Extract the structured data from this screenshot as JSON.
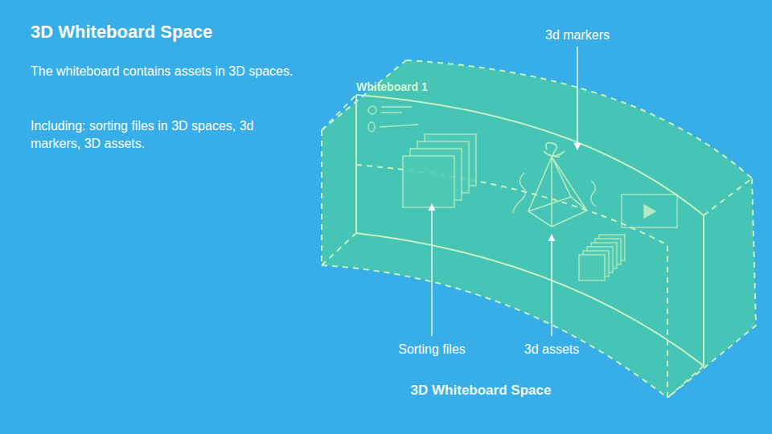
{
  "diagram": {
    "title": "3D Whiteboard Space",
    "caption": "3D Whiteboard Space",
    "labels": [
      "The whiteboard contains assets in 3D spaces.",
      "Including: sorting files in 3D spaces, 3d markers, 3D assets.",
      "Whiteboard 1",
      "3d markers",
      "Sorting files",
      "3d assets"
    ]
  }
}
